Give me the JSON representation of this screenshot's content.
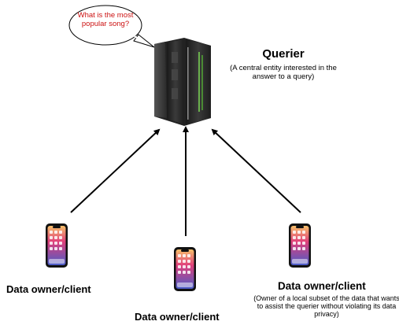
{
  "speech_bubble": {
    "text": "What is the most popular song?"
  },
  "querier": {
    "title": "Querier",
    "description": "(A central entity interested in the answer to a query)"
  },
  "clients": [
    {
      "label": "Data owner/client"
    },
    {
      "label": "Data owner/client"
    },
    {
      "label": "Data owner/client",
      "description": "(Owner of a local subset of the data that wants to assist the querier without violating its data privacy)"
    }
  ],
  "colors": {
    "bubble_text": "#cc1111",
    "arrow": "#000000",
    "server_accent": "#6ab04c"
  }
}
